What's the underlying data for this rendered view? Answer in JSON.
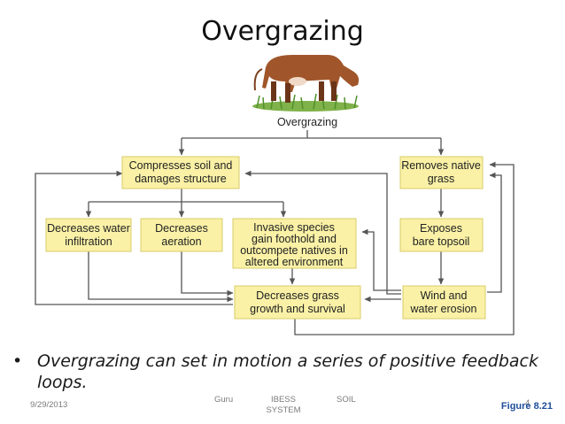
{
  "slide": {
    "title": "Overgrazing",
    "bullet": "Overgrazing can set in motion a series of positive feedback loops.",
    "footer": {
      "date": "9/29/2013",
      "author": "Guru",
      "org": "IBESS SYSTEM",
      "subject": "SOIL",
      "page": "4"
    },
    "figure_label": "Figure 8.21"
  },
  "diagram": {
    "caption": "Overgrazing",
    "box_color": "#faf1a6",
    "box_border": "#d8cc6a",
    "arrow_color": "#555555",
    "nodes": {
      "compress": [
        "Compresses soil and",
        "damages structure"
      ],
      "removes": [
        "Removes native",
        "grass"
      ],
      "water": [
        "Decreases water",
        "infiltration"
      ],
      "aeration": [
        "Decreases",
        "aeration"
      ],
      "invasive": [
        "Invasive species",
        "gain foothold and",
        "outcompete natives in",
        "altered environment"
      ],
      "exposes": [
        "Exposes",
        "bare topsoil"
      ],
      "decreases_grass": [
        "Decreases grass",
        "growth and survival"
      ],
      "erosion": [
        "Wind and",
        "water erosion"
      ]
    }
  }
}
